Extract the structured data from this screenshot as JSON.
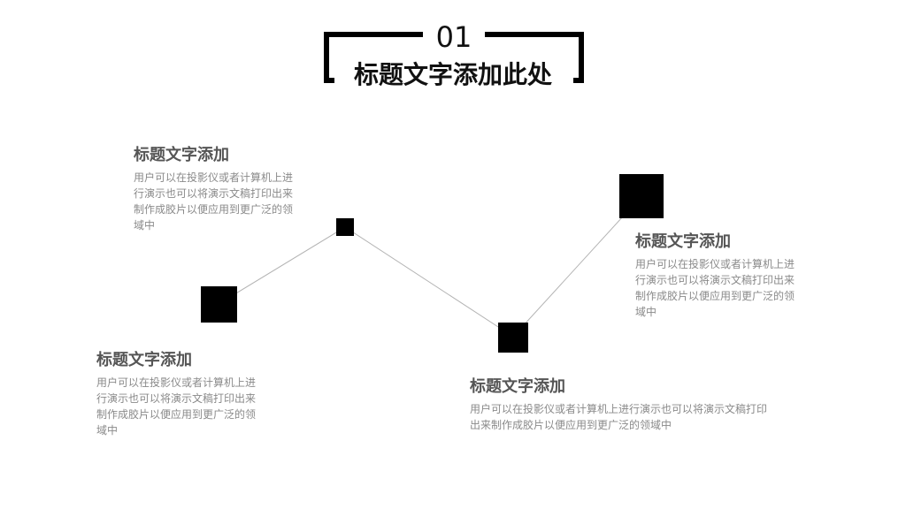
{
  "header": {
    "number": "01",
    "title": "标题文字添加此处"
  },
  "items": [
    {
      "title": "标题文字添加",
      "body": "用户可以在投影仪或者计算机上进行演示也可以将演示文稿打印出来制作成胶片以便应用到更广泛的领域中"
    },
    {
      "title": "标题文字添加",
      "body": "用户可以在投影仪或者计算机上进行演示也可以将演示文稿打印出来制作成胶片以便应用到更广泛的领域中"
    },
    {
      "title": "标题文字添加",
      "body": "用户可以在投影仪或者计算机上进行演示也可以将演示文稿打印出来制作成胶片以便应用到更广泛的领域中"
    },
    {
      "title": "标题文字添加",
      "body": "用户可以在投影仪或者计算机上进行演示也可以将演示文稿打印出来制作成胶片以便应用到更广泛的领域中"
    }
  ],
  "colors": {
    "node": "#000000",
    "line": "#b3b3b3",
    "title_text": "#555555",
    "body_text": "#8a8a8a"
  }
}
